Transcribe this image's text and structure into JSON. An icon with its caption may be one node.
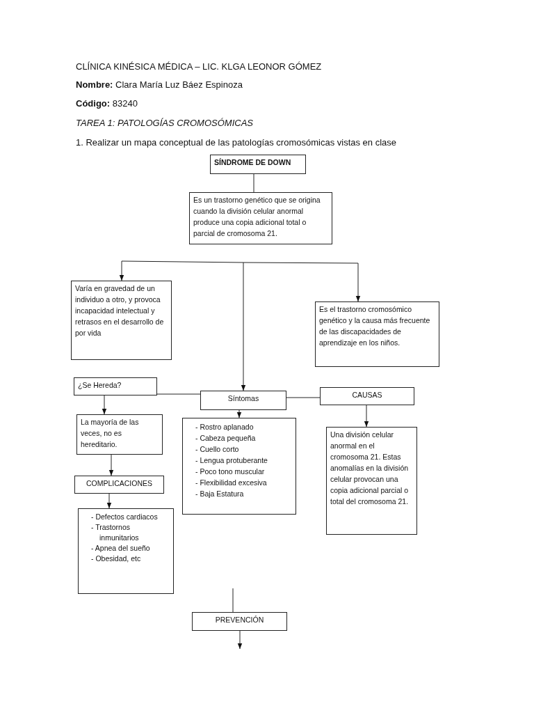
{
  "diagram": {
    "nodes": [
      {
        "text": [
          "SÍNDROME DE DOWN"
        ]
      },
      {
        "text": [
          "Es un trastorno genético que se origina cuando la división celular anormal produce una copia adicional total o parcial de cromosoma 21."
        ]
      },
      {
        "text": [
          "Varía en gravedad de un individuo a otro, y provoca incapacidad intelectual y retrasos en el desarrollo de por vida"
        ]
      },
      {
        "text": [
          "Es el trastorno cromosómico genético y la causa más frecuente de las discapacidades de aprendizaje en los niños."
        ]
      },
      {
        "text": [
          "¿Se Hereda?"
        ]
      },
      {
        "text": [
          "Síntomas"
        ]
      },
      {
        "text": [
          "CAUSAS"
        ]
      },
      {
        "text": [
          "La mayoría de las veces, no es hereditario."
        ]
      },
      {
        "text": [
          "- Rostro aplanado",
          "- Cabeza pequeña",
          "- Cuello corto",
          "- Lengua protuberante",
          "- Poco tono muscular",
          "- Flexibilidad excesiva",
          "- Baja Estatura"
        ]
      },
      {
        "text": [
          "COMPLICACIONES"
        ]
      },
      {
        "text": [
          "- Defectos cardiacos",
          "- Trastornos inmunitarios",
          "- Apnea del sueño",
          "- Obesidad, etc"
        ]
      },
      {
        "text": [
          "Una división celular anormal en el cromosoma 21. Estas anomalías en la división celular provocan una copia adicional parcial o total del cromosoma 21."
        ]
      },
      {
        "text": [
          "PREVENCIÓN"
        ]
      }
    ],
    "edges": [
      {
        "from": 0,
        "to": 1,
        "arrow": "none"
      },
      {
        "from": null,
        "to": 2,
        "arrow": "to"
      },
      {
        "from": null,
        "to": 3,
        "arrow": "to"
      },
      {
        "from": null,
        "to": 5,
        "arrow": "to"
      },
      {
        "from": 5,
        "to": 4,
        "arrow": "none"
      },
      {
        "from": 5,
        "to": 6,
        "arrow": "none"
      },
      {
        "from": 4,
        "to": 7,
        "arrow": "to"
      },
      {
        "from": 7,
        "to": 9,
        "arrow": "to"
      },
      {
        "from": 9,
        "to": 10,
        "arrow": "to"
      },
      {
        "from": 5,
        "to": 8,
        "arrow": "to"
      },
      {
        "from": 6,
        "to": 11,
        "arrow": "to"
      },
      {
        "from": null,
        "to": 12,
        "arrow": "none"
      },
      {
        "from": 12,
        "to": null,
        "arrow": "to"
      }
    ],
    "labels": [
      "CLÍNICA KINÉSICA MÉDICA – LIC. KLGA LEONOR GÓMEZ",
      "**Nombre:** Clara María Luz Báez Espinoza",
      "**Código:** 83240",
      "TAREA 1: PATOLOGÍAS CROMOSÓMICAS",
      "1. Realizar un mapa conceptual de las patologías cromosómicas vistas en clase"
    ]
  }
}
